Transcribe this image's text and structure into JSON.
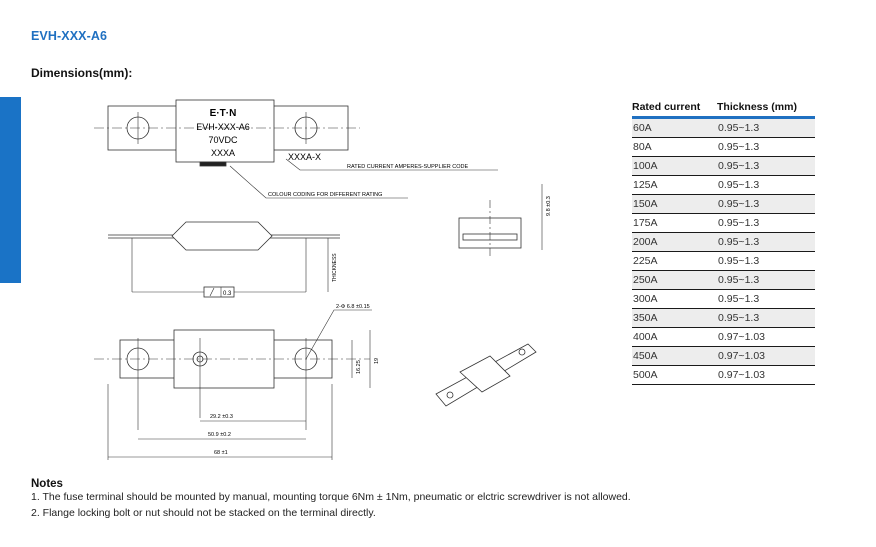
{
  "header": {
    "title": "EVH-XXX-A6",
    "dimensions_label": "Dimensions(mm):"
  },
  "drawing": {
    "brand": "E·T·N",
    "model": "EVH-XXX-A6",
    "voltage": "70VDC",
    "rating": "XXXA",
    "code": "XXXA-X",
    "callout_rated": "RATED CURRENT AMPERES-SUPPLIER CODE",
    "callout_colour": "COLOUR CODING FOR DIFFERENT RATING",
    "thickness_label": "THICKNESS",
    "flatness": "0.3",
    "hole_spec": "2-Φ 6.8 ±0.15",
    "dim_29_2": "29.2 ±0.3",
    "dim_50_9": "50.9 ±0.2",
    "dim_68": "68 ±1",
    "dim_16_25": "16.25",
    "dim_19": "19",
    "dim_height": "9.8 ±0.3"
  },
  "table": {
    "headers": [
      "Rated current",
      "Thickness (mm)"
    ],
    "rows": [
      [
        "60A",
        "0.95~1.3"
      ],
      [
        "80A",
        "0.95~1.3"
      ],
      [
        "100A",
        "0.95~1.3"
      ],
      [
        "125A",
        "0.95~1.3"
      ],
      [
        "150A",
        "0.95~1.3"
      ],
      [
        "175A",
        "0.95~1.3"
      ],
      [
        "200A",
        "0.95~1.3"
      ],
      [
        "225A",
        "0.95~1.3"
      ],
      [
        "250A",
        "0.95~1.3"
      ],
      [
        "300A",
        "0.95~1.3"
      ],
      [
        "350A",
        "0.95~1.3"
      ],
      [
        "400A",
        "0.97~1.03"
      ],
      [
        "450A",
        "0.97~1.03"
      ],
      [
        "500A",
        "0.97~1.03"
      ]
    ]
  },
  "notes": {
    "title": "Notes",
    "items": [
      "1. The fuse terminal should be mounted by manual, mounting torque 6Nm ± 1Nm, pneumatic or elctric screwdriver is not allowed.",
      "2. Flange locking bolt or nut should not be stacked on the terminal directly."
    ]
  }
}
